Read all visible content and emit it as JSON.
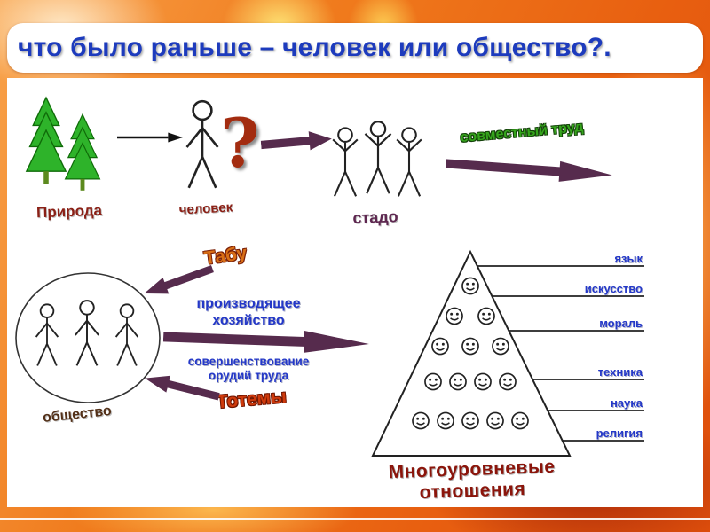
{
  "slide": {
    "title": "что было раньше – человек или общество?.",
    "labels": {
      "nature": "Природа",
      "human": "человек",
      "question": "?",
      "herd": "стадо",
      "joint_labor": "совместный труд",
      "taboo": "Табу",
      "producing_economy_1": "производящее",
      "producing_economy_2": "хозяйство",
      "tools_1": "совершенствование",
      "tools_2": "орудий труда",
      "totems": "Тотемы",
      "society": "общество",
      "multilevel_1": "Многоуровневые",
      "multilevel_2": "отношения"
    },
    "pyramid": {
      "labels": [
        "язык",
        "искусство",
        "мораль",
        "техника",
        "наука",
        "религия"
      ]
    },
    "colors": {
      "title_blue": "#1d3bbd",
      "label_blue": "#2438c8",
      "dark_red": "#8b2016",
      "green": "#35a51c",
      "orange": "#d96f16",
      "red_orange": "#cf3a0c",
      "arrow_purple": "#562b4d",
      "background_orange": "#ef7b1d"
    }
  }
}
